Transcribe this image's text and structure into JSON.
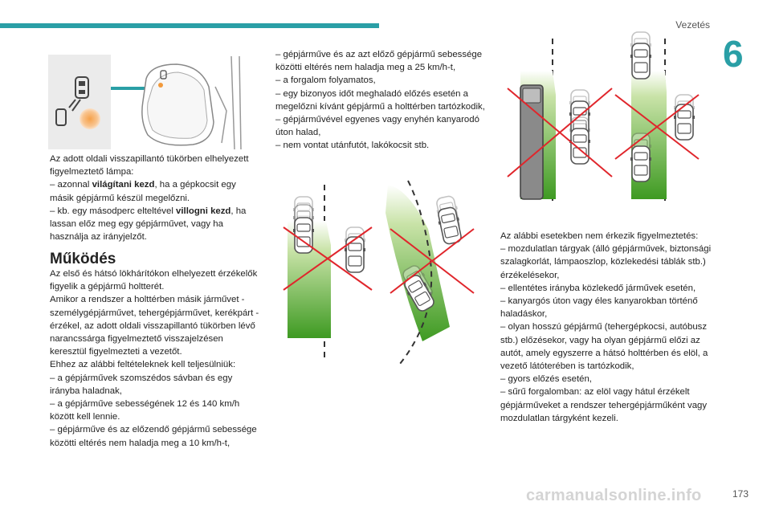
{
  "header": {
    "section": "Vezetés",
    "chapter": "6"
  },
  "col1": {
    "intro": [
      "Az adott oldali visszapillantó tükörben elhelyezett figyelmeztető lámpa:",
      {
        "pre": "– azonnal ",
        "bold": "világítani kezd",
        "post": ", ha a gépkocsit egy másik gépjármű készül megelőzni."
      },
      {
        "pre": "– kb. egy másodperc elteltével ",
        "bold": "villogni kezd",
        "post": ", ha lassan előz meg egy gépjárművet, vagy ha használja az irányjelzőt."
      }
    ],
    "heading": "Működés",
    "body": [
      "Az első és hátsó lökhárítókon elhelyezett érzékelők figyelik a gépjármű holtterét.",
      "Amikor a rendszer a holttérben másik járművet - személygépjárművet, tehergépjárművet, kerékpárt - érzékel, az adott oldali visszapillantó tükörben lévő narancssárga figyelmeztető visszajelzésen keresztül figyelmezteti a vezetőt.",
      "Ehhez az alábbi feltételeknek kell teljesülniük:",
      "– a gépjárművek szomszédos sávban és egy irányba haladnak,",
      "– a gépjárműve sebességének 12 és 140 km/h között kell lennie.",
      "– gépjárműve és az előzendő gépjármű sebessége közötti eltérés nem haladja meg a 10 km/h-t,"
    ]
  },
  "col2": {
    "lines": [
      "– gépjárműve és az azt előző gépjármű sebessége közötti eltérés nem haladja meg a 25 km/h-t,",
      "– a forgalom folyamatos,",
      "– egy bizonyos időt meghaladó előzés esetén a megelőzni kívánt gépjármű a holttérben tartózkodik,",
      "– gépjárművével egyenes vagy enyhén kanyarodó úton halad,",
      "– nem vontat utánfutót, lakókocsit stb."
    ]
  },
  "col3": {
    "lines": [
      "Az alábbi esetekben nem érkezik figyelmeztetés:",
      "– mozdulatlan tárgyak (álló gépjárművek, biztonsági szalagkorlát, lámpaoszlop, közlekedési táblák stb.) érzékelésekor,",
      "– ellentétes irányba közlekedő járművek esetén,",
      "– kanyargós úton vagy éles kanyarokban történő haladáskor,",
      "– olyan hosszú gépjármű (tehergépkocsi, autóbusz stb.) előzésekor, vagy ha olyan gépjármű előzi az autót, amely egyszerre a hátsó holttérben és elöl, a vezető látóterében is tartózkodik,",
      "– gyors előzés esetén,",
      "– sűrű forgalomban: az elöl vagy hátul érzékelt gépjárműveket a rendszer tehergépjárműként vagy mozdulatlan tárgyként kezeli."
    ]
  },
  "footer": {
    "page": "173",
    "watermark": "carmanualsonline.info"
  },
  "colors": {
    "accent": "#2a9fa6",
    "green": "#5fae2e",
    "cross": "#e0262c",
    "warning": "#f29a3c"
  }
}
